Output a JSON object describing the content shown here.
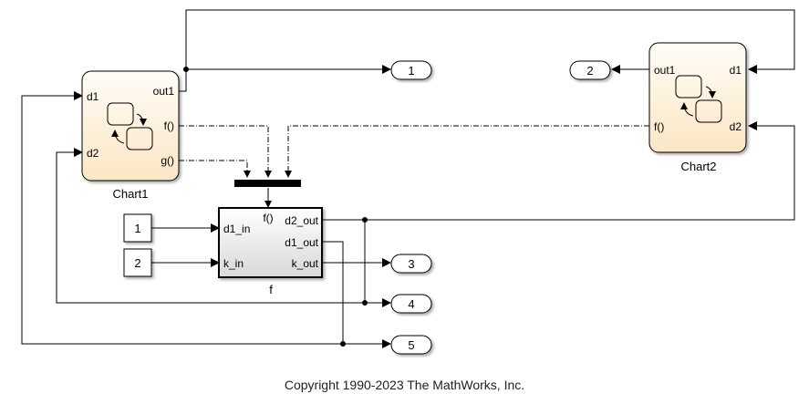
{
  "blocks": {
    "chart1": {
      "name": "Chart1",
      "ports": {
        "in1": "d1",
        "in2": "d2",
        "out1": "out1",
        "f": "f()",
        "g": "g()"
      }
    },
    "chart2": {
      "name": "Chart2",
      "ports": {
        "out1": "out1",
        "f": "f()",
        "in1": "d1",
        "in2": "d2"
      }
    },
    "f": {
      "name": "f",
      "ports": {
        "trigger": "f()",
        "in1": "d1_in",
        "in2": "k_in",
        "out1": "d2_out",
        "out2": "d1_out",
        "out3": "k_out"
      }
    },
    "constants": [
      "1",
      "2"
    ],
    "outports": [
      "1",
      "2",
      "3",
      "4",
      "5"
    ]
  },
  "footer": {
    "copyright": "Copyright 1990-2023 The MathWorks, Inc."
  }
}
